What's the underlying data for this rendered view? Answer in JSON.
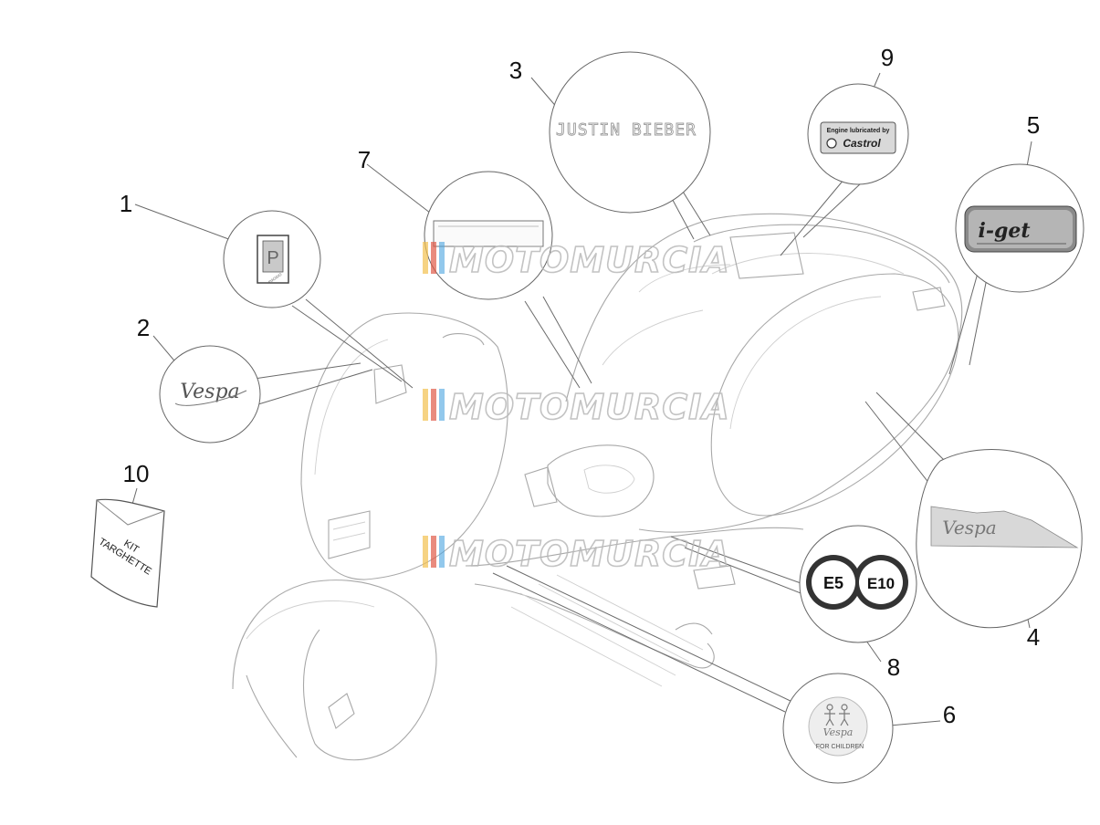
{
  "callouts": {
    "c1": "1",
    "c2": "2",
    "c3": "3",
    "c4": "4",
    "c5": "5",
    "c6": "6",
    "c7": "7",
    "c8": "8",
    "c9": "9",
    "c10": "10"
  },
  "watermark": "MOTOMURCIA",
  "decals": {
    "justin_bieber": "JUSTIN BIEBER",
    "castrol_line1": "Engine lubricated by",
    "castrol_line2": "Castrol",
    "iget": "i-get",
    "vespa_script": "Vespa",
    "piaggio": "PIAGGIO",
    "fuel_e5": "E5",
    "fuel_e10": "E10",
    "for_children": "FOR CHILDREN",
    "kit_line1": "KIT",
    "kit_line2": "TARGHETTE"
  },
  "colors": {
    "watermark_stripe_1": "#f2c14e",
    "watermark_stripe_2": "#e05a47",
    "watermark_stripe_3": "#4aa3df",
    "castrol_green": "#2f8f3a",
    "castrol_red": "#c8102e"
  },
  "icons": {
    "children": "two-children-icon",
    "piaggio": "piaggio-logo-icon"
  }
}
